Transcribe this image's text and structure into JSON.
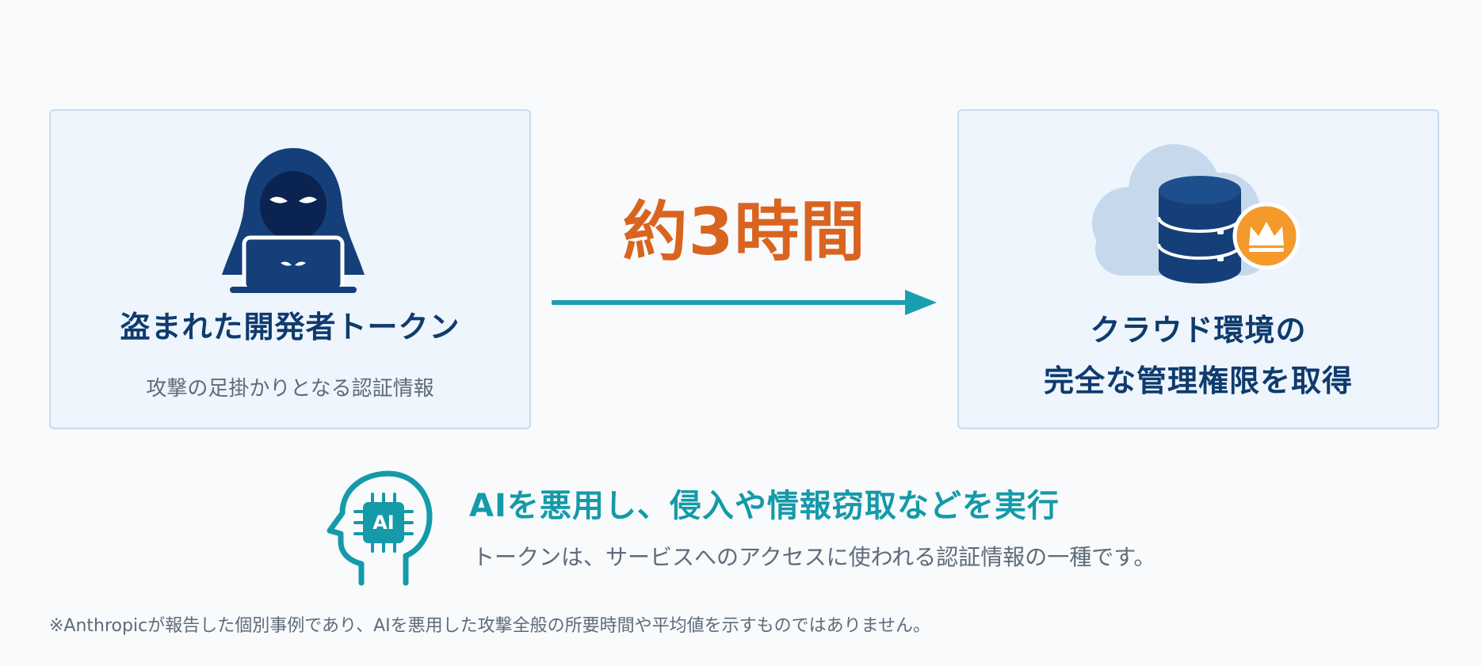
{
  "left_card": {
    "title": "盗まれた開発者トークン",
    "subtitle": "攻撃の足掛かりとなる認証情報",
    "icon": "hooded-hacker-laptop-icon"
  },
  "center": {
    "duration": "約3時間",
    "arrow_color": "#1a9fb0"
  },
  "right_card": {
    "title_line1": "クラウド環境の",
    "title_line2": "完全な管理権限を取得",
    "icon": "cloud-database-crown-icon"
  },
  "ai_section": {
    "icon": "ai-head-chip-icon",
    "icon_label": "AI",
    "headline": "AIを悪用し、侵入や情報窃取などを実行",
    "caption": "トークンは、サービスへのアクセスに使われる認証情報の一種です。"
  },
  "footnote": "※Anthropicが報告した個別事例であり、AIを悪用した攻撃全般の所要時間や平均値を示すものではありません。",
  "colors": {
    "navy": "#0f3b6e",
    "orange": "#d9641f",
    "teal": "#149aa8",
    "card_bg": "#eef5fc",
    "crown_badge": "#f39a2b"
  }
}
